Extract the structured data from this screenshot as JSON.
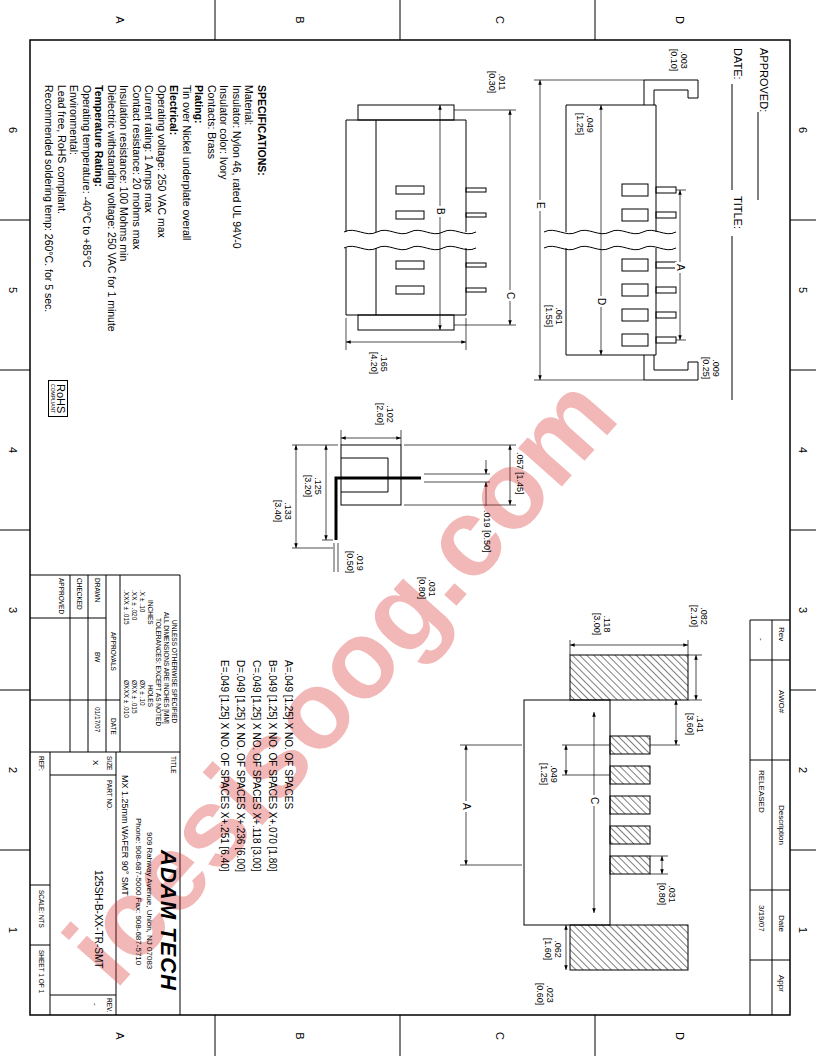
{
  "diagram": {
    "nodes": [
      {
        "text": [
          "RoHS",
          "COMPLIANT"
        ]
      }
    ],
    "labels": [
      "APPROVED:",
      "DATE:",
      "TITLE:",
      ".003 [0.10]",
      ".049 [1.25]",
      ".011 [0.30]",
      "A",
      "D",
      "E",
      "C",
      "B",
      ".009 [0.25]",
      ".061 [1.55]",
      ".165 [4.20]",
      ".057 [1.45]",
      ".019 [0.50]",
      ".102 [2.60]",
      ".125 [3.20]",
      ".133 [3.40]",
      ".019 [0.50]",
      ".031 [0.80]",
      ".082 [2.10]",
      ".118 [3.00]",
      ".141 [3.60]",
      "C",
      "A",
      ".049 [1.25]",
      ".031 [0.80]",
      ".062 [1.60]",
      ".023 [0.60]",
      "A=.049 [1.25] X NO. OF SPACES",
      "B=.049 [1.25] X NO. OF SPACES X+.070 [1.80]",
      "C=.049 [1.25] X NO. OF SPACES X+.118 [3.00]",
      "D=.049 [1.25] X NO. OF SPACES X+.236 [6.00]",
      "E=.049 [1.25] X NO. OF SPACES X+.251 [6.40]",
      "SPECIFICATIONS:",
      "Material:",
      "Insulator: Nylon 46, rated UL 94V-0",
      "Insulator color: Ivory",
      "Contacts: Brass",
      "Plating:",
      "Tin over Nickel underplate overall",
      "Electrical:",
      "Operating voltage: 250 VAC max",
      "Current rating: 1 Amps max",
      "Contact resistance: 20 mohms max",
      "Insulation resistance: 100 Mohms min",
      "Dielectric withstanding voltage: 250 VAC for 1 minute",
      "Temperature Rating:",
      "Operating temperature: -40°C to +85°C",
      "Environmental:",
      "Lead free, RoHS compliant.",
      "Recommended soldering temp: 260°C. for 5 sec.",
      "Rev",
      "AWO#",
      "Description",
      "Date",
      "Appr",
      "-",
      "RELEASED",
      "3/19/07",
      "UNLESS OTHERWISE SPECIFIED",
      "ALL DIMENSIONS ARE INCHES [MM]",
      "TOLERANCES: EXCEPT AS NOTED",
      "INCHES",
      ".X ± .10",
      ".XX ± .020",
      ".XXX ± .015",
      "HOLES",
      "ØX ± .10",
      "ØXX ± .015",
      "ØXXX ± .010",
      "APPROVALS",
      "DATE",
      "DRAWN",
      "BW",
      "01/17/07",
      "CHECKED",
      "APPROVED",
      "TITLE",
      "ADAM TECH",
      "909 Rahway Avenue, Union, NJ 07083",
      "Phone: 908-687-5000 Fax: 908-687-5710",
      "MX 1.25mm WAFER 90° SMT",
      "SIZE",
      "X",
      "PART NO.",
      "125SH-B-XX-TR-SMT",
      "REV.",
      "-",
      "REF:",
      "SCALE: NTS",
      "SHEET 1 OF 1",
      "D",
      "C",
      "B",
      "A",
      "D",
      "C",
      "B",
      "A",
      "6",
      "5",
      "4",
      "3",
      "2",
      "1",
      "6",
      "5",
      "4",
      "3",
      "2",
      "1",
      "icesisoog.com"
    ]
  }
}
